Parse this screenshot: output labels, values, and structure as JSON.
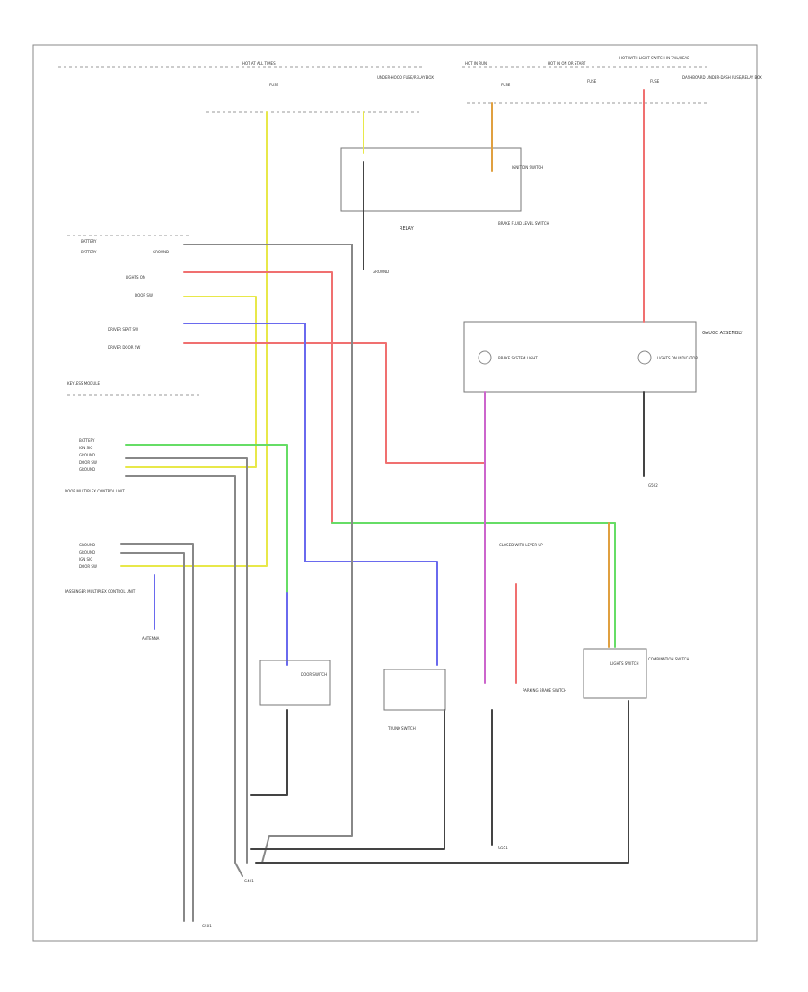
{
  "diagram": {
    "figure_number": "",
    "colors": {
      "yellow": "#e8e84a",
      "red": "#f07070",
      "green": "#66dd66",
      "blue": "#6a6aee",
      "purple": "#cc66cc",
      "orange": "#e0a040",
      "gray": "#888888",
      "black": "#444444"
    },
    "labels": {
      "top_hot_all": "HOT AT ALL TIMES",
      "top_fuse_desc": "UNDER-HOOD FUSE/RELAY BOX",
      "top_hot_run": "HOT IN RUN",
      "top_hot_start": "HOT IN ON OR START",
      "top_hot_tail": "HOT WITH LIGHT SWITCH IN TAIL/HEAD",
      "top_dash_fuse": "DASHBOARD UNDER-DASH FUSE/RELAY BOX",
      "fuse_left": "FUSE",
      "fuse_mid": "FUSE",
      "fuse_r1": "FUSE",
      "fuse_r2": "FUSE",
      "relay_box": "RELAY",
      "pcm_note": "IGNITION SWITCH",
      "brake_label": "BRAKE FLUID LEVEL SWITCH",
      "gauge_assy": "GAUGE ASSEMBLY",
      "brake_lamp": "BRAKE SYSTEM LIGHT",
      "parking_lamp": "LIGHTS ON INDICATOR",
      "g_left": "G401",
      "g_right": "G502",
      "pcm_title": "BATTERY",
      "conn_1": "BATTERY",
      "conn_2": "GROUND",
      "conn_3": "LIGHTS ON",
      "conn_4": "DOOR SW",
      "conn_5": "DRIVER SEAT SW",
      "conn_6": "DRIVER DOOR SW",
      "cond_box": "KEYLESS MODULE",
      "lh_title": "DOOR MULTIPLEX CONTROL UNIT",
      "lh_1": "BATTERY",
      "lh_2": "IGN SIG",
      "lh_3": "GROUND",
      "lh_4": "DOOR SW",
      "lh_5": "GROUND",
      "lower_title": "PASSENGER MULTIPLEX CONTROL UNIT",
      "lower_1": "GROUND",
      "lower_2": "GROUND",
      "lower_3": "IGN SIG",
      "lower_4": "DOOR SW",
      "antenna": "ANTENNA",
      "door_switch": "DOOR SWITCH",
      "trunk_switch": "TRUNK SWITCH",
      "brake_switch": "PARKING BRAKE SWITCH",
      "brake_switch_note": "CLOSED WITH LEVER UP",
      "combo_switch": "COMBINATION SWITCH",
      "lights_on_sw": "LIGHTS SWITCH",
      "bottom_g1": "G401",
      "bottom_g2": "G501",
      "bottom_g3": "G551",
      "ground_note": "GROUND"
    }
  }
}
